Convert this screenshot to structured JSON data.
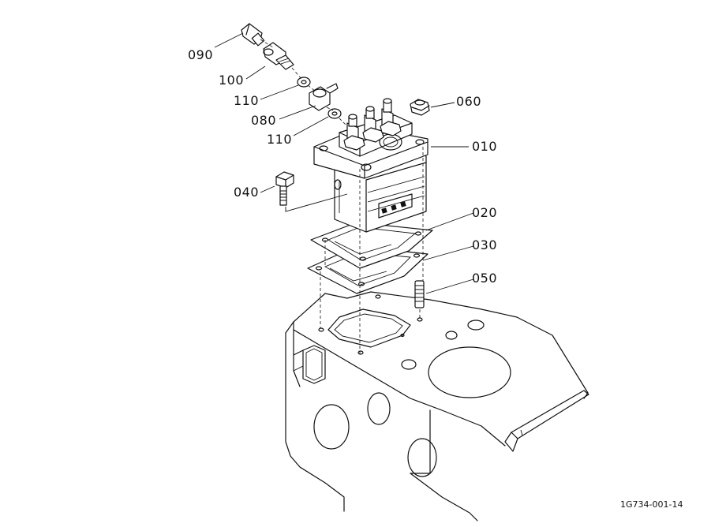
{
  "diagram": {
    "callouts": {
      "p090": "090",
      "p100": "100",
      "p110a": "110",
      "p080": "080",
      "p110b": "110",
      "p060": "060",
      "p010": "010",
      "p040": "040",
      "p020": "020",
      "p030": "030",
      "p050": "050"
    },
    "figure_code": "1G734-001-14"
  }
}
